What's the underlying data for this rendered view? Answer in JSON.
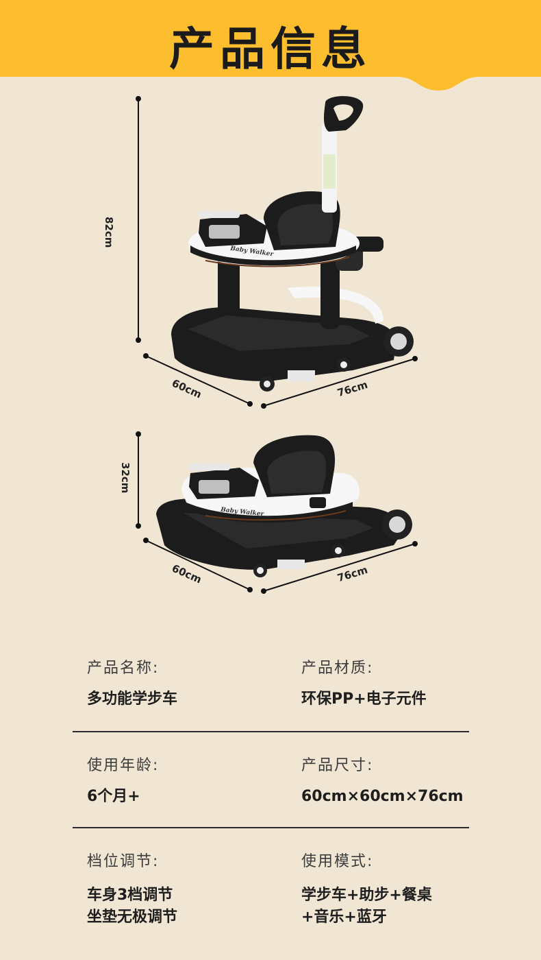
{
  "header": {
    "title": "产品信息"
  },
  "figures": [
    {
      "height": "82cm",
      "width": "60cm",
      "length": "76cm",
      "brand": "Baby Walker"
    },
    {
      "height": "32cm",
      "width": "60cm",
      "length": "76cm",
      "brand": "Baby Walker"
    }
  ],
  "specs": [
    {
      "label": "产品名称:",
      "value": "多功能学步车"
    },
    {
      "label": "产品材质:",
      "value": "环保PP+电子元件"
    },
    {
      "label": "使用年龄:",
      "value": "6个月+"
    },
    {
      "label": "产品尺寸:",
      "value": "60cm×60cm×76cm"
    },
    {
      "label": "档位调节:",
      "value_lines": [
        "车身3档调节",
        "坐垫无极调节"
      ]
    },
    {
      "label": "使用模式:",
      "value_lines": [
        "学步车+助步+餐桌",
        "+音乐+蓝牙"
      ]
    }
  ],
  "colors": {
    "background": "#f1e6d4",
    "banner": "#fcbe2f",
    "product_black": "#1c1c1c",
    "product_white": "#f7f7f7"
  }
}
